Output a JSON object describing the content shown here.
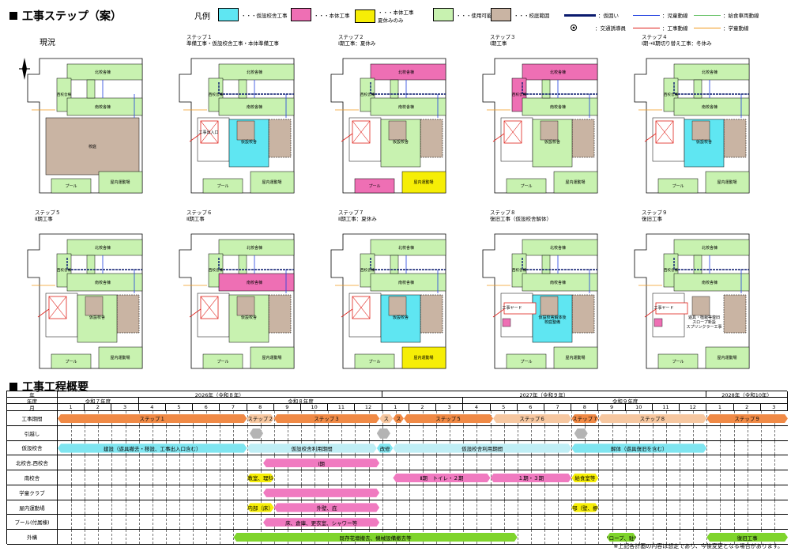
{
  "header": {
    "title": "工事ステップ（案）",
    "gantt_title": "工事工程概要"
  },
  "legend": {
    "label": "凡例",
    "items": [
      {
        "name": "仮設校舎工事",
        "color": "#5fe6f2"
      },
      {
        "name": "本体工事",
        "color": "#ee6fb4"
      },
      {
        "name": "本体工事\n夏休みのみ",
        "color": "#f6ee06"
      },
      {
        "name": "使用可能",
        "color": "#c8f2b0"
      },
      {
        "name": "校庭範囲",
        "color": "#c9b4a3"
      }
    ],
    "lines": [
      {
        "name": "仮囲い",
        "color": "#0a1a6e"
      },
      {
        "name": "交通誘導員",
        "color": "#000000"
      },
      {
        "name": "児童動線",
        "color": "#1f3fe0"
      },
      {
        "name": "工事動線",
        "color": "#e0201a"
      },
      {
        "name": "給食車両動線",
        "color": "#66c266"
      },
      {
        "name": "学童動線",
        "color": "#f29a1c"
      }
    ]
  },
  "maps": [
    {
      "caption": "現況",
      "labels": [
        "北校舎棟",
        "西校舎棟",
        "南校舎棟",
        "校庭",
        "プール",
        "屋内運動場"
      ]
    },
    {
      "caption": "ステップ１\n準備工事・仮設校舎工事・本体準備工事",
      "labels": [
        "北校舎棟",
        "西校舎棟",
        "南校舎棟",
        "仮設校舎",
        "プール",
        "屋内運動場",
        "工事出入口"
      ]
    },
    {
      "caption": "ステップ２\nⅠ期工事：夏休み",
      "labels": [
        "北校舎棟",
        "西校舎棟",
        "南校舎棟",
        "仮設校舎",
        "プール",
        "屋内運動場"
      ]
    },
    {
      "caption": "ステップ３\nⅠ期工事",
      "labels": [
        "北校舎棟",
        "西校舎棟",
        "南校舎棟",
        "仮設校舎",
        "プール",
        "屋内運動場"
      ]
    },
    {
      "caption": "ステップ４\nⅠ期→Ⅱ期切り替え工事：冬休み",
      "labels": [
        "北校舎棟",
        "西校舎棟",
        "南校舎棟",
        "仮設校舎",
        "プール",
        "屋内運動場"
      ]
    },
    {
      "caption": "ステップ５\nⅡ期工事",
      "labels": [
        "北校舎棟",
        "西校舎棟",
        "南校舎棟",
        "仮設校舎",
        "プール",
        "屋内運動場"
      ]
    },
    {
      "caption": "ステップ６\nⅡ期工事",
      "labels": [
        "北校舎棟",
        "西校舎棟",
        "南校舎棟",
        "仮設校舎",
        "プール",
        "屋内運動場"
      ]
    },
    {
      "caption": "ステップ７\nⅡ期工事：夏休み",
      "labels": [
        "北校舎棟",
        "西校舎棟",
        "南校舎棟",
        "仮設校舎",
        "プール",
        "屋内運動場"
      ]
    },
    {
      "caption": "ステップ８\n復旧工事（仮設校舎解体）",
      "labels": [
        "北校舎棟",
        "西校舎棟",
        "南校舎棟",
        "仮設校舎解体後\n校庭整備",
        "プール",
        "屋内運動場",
        "工事ヤード"
      ]
    },
    {
      "caption": "ステップ９\n復旧工事",
      "labels": [
        "北校舎棟",
        "西校舎棟",
        "南校舎棟",
        "遊具・植栽等復旧\nスロープ新設\nスプリンクラー工事",
        "プール",
        "屋内運動場",
        "工事ヤード"
      ]
    }
  ],
  "gantt": {
    "years": [
      {
        "label": "2026年（令和８年）",
        "start": 0,
        "span": 12
      },
      {
        "label": "2027年（令和９年）",
        "start": 12,
        "span": 12
      },
      {
        "label": "2028年（令和10年）",
        "start": 24,
        "span": 3
      }
    ],
    "fiscal": [
      {
        "label": "令和７年度",
        "start": 0,
        "span": 3
      },
      {
        "label": "令和８年度",
        "start": 3,
        "span": 12
      },
      {
        "label": "令和９年度",
        "start": 15,
        "span": 12
      }
    ],
    "months": [
      "1",
      "2",
      "3",
      "4",
      "5",
      "6",
      "7",
      "8",
      "9",
      "10",
      "11",
      "12",
      "1",
      "2",
      "3",
      "4",
      "5",
      "6",
      "7",
      "8",
      "9",
      "10",
      "11",
      "12",
      "1",
      "2",
      "3"
    ],
    "hdr_year": "年",
    "hdr_fiscal": "年度",
    "hdr_month": "月",
    "rows": [
      {
        "label": "工事期間",
        "bars": [
          {
            "text": "ステップ１",
            "s": 0,
            "e": 7,
            "color": "#f08a46",
            "shape": "hex"
          },
          {
            "text": "ステップ２",
            "s": 7,
            "e": 8,
            "color": "#f6c7a0",
            "shape": "hex"
          },
          {
            "text": "ステップ３",
            "s": 8,
            "e": 11.9,
            "color": "#f08a46",
            "shape": "hex"
          },
          {
            "text": "ス",
            "s": 11.9,
            "e": 12.4,
            "color": "#f6c7a0",
            "shape": "hex"
          },
          {
            "text": "ス",
            "s": 12.4,
            "e": 12.8,
            "color": "#f08a46",
            "shape": "hex"
          },
          {
            "text": "ステップ５",
            "s": 12.8,
            "e": 16.1,
            "color": "#f08a46",
            "shape": "hex"
          },
          {
            "text": "ステップ６",
            "s": 16.1,
            "e": 19,
            "color": "#f6c7a0",
            "shape": "hex"
          },
          {
            "text": "ステップ７",
            "s": 19,
            "e": 20,
            "color": "#f08a46",
            "shape": "hex"
          },
          {
            "text": "ステップ８",
            "s": 20,
            "e": 24,
            "color": "#f6c7a0",
            "shape": "hex"
          },
          {
            "text": "ステップ９",
            "s": 24,
            "e": 27,
            "color": "#f08a46",
            "shape": "hex"
          }
        ]
      },
      {
        "label": "引越し",
        "bars": [
          {
            "text": "",
            "s": 7.1,
            "e": 7.6,
            "color": "#b4b4b4",
            "shape": "diamond"
          },
          {
            "text": "",
            "s": 11.8,
            "e": 12.3,
            "color": "#b4b4b4",
            "shape": "diamond"
          },
          {
            "text": "",
            "s": 19.1,
            "e": 19.6,
            "color": "#b4b4b4",
            "shape": "diamond"
          }
        ]
      },
      {
        "label": "仮設校舎",
        "bars": [
          {
            "text": "建設（遊具撤去・移設、工事出入口含む）",
            "s": 0,
            "e": 7,
            "color": "#7fe5f0",
            "shape": "hex"
          },
          {
            "text": "仮設校舎利用期間",
            "s": 7,
            "e": 11.8,
            "color": "#bfeef5",
            "shape": "hex"
          },
          {
            "text": "改修",
            "s": 11.8,
            "e": 12.4,
            "color": "#7fe5f0",
            "shape": "hex"
          },
          {
            "text": "仮設校舎利用期間",
            "s": 12.4,
            "e": 19,
            "color": "#bfeef5",
            "shape": "hex"
          },
          {
            "text": "解体（遊具復旧を含む）",
            "s": 19,
            "e": 24,
            "color": "#7fe5f0",
            "shape": "hex"
          }
        ]
      },
      {
        "label": "北校舎,西校舎",
        "bars": [
          {
            "text": "Ⅰ期",
            "s": 7.6,
            "e": 11.9,
            "color": "#f07ac0",
            "shape": "hex"
          }
        ]
      },
      {
        "label": "南校舎",
        "bars": [
          {
            "text": "教室、理科",
            "s": 7,
            "e": 8,
            "color": "#f6ee06",
            "shape": "hex"
          },
          {
            "text": "Ⅱ期　トイレ・２期",
            "s": 12.4,
            "e": 16,
            "color": "#f07ac0",
            "shape": "hex"
          },
          {
            "text": "１期・３期",
            "s": 16,
            "e": 19,
            "color": "#f07ac0",
            "shape": "hex"
          },
          {
            "text": "給食室等",
            "s": 19,
            "e": 20,
            "color": "#f6ee06",
            "shape": "hex"
          }
        ]
      },
      {
        "label": "学童クラブ",
        "bars": [
          {
            "text": "",
            "s": 7.6,
            "e": 11.9,
            "color": "#f07ac0",
            "shape": "hex"
          }
        ]
      },
      {
        "label": "屋内運動場",
        "bars": [
          {
            "text": "内部（床）",
            "s": 7,
            "e": 8,
            "color": "#f6ee06",
            "shape": "hex"
          },
          {
            "text": "外壁、庇",
            "s": 8,
            "e": 11.9,
            "color": "#f07ac0",
            "shape": "hex"
          },
          {
            "text": "内部（壁、棚）",
            "s": 19,
            "e": 20,
            "color": "#f6ee06",
            "shape": "hex"
          }
        ]
      },
      {
        "label": "プール(付属棟)",
        "bars": [
          {
            "text": "床、倉庫、更衣室、シャワー等",
            "s": 7.6,
            "e": 11.9,
            "color": "#f07ac0",
            "shape": "hex"
          }
        ]
      },
      {
        "label": "外構",
        "bars": [
          {
            "text": "既存花壇撤去、機械設備撤去等",
            "s": 6.5,
            "e": 17,
            "color": "#7fd42c",
            "shape": "hex"
          },
          {
            "text": "スロープ、駐車",
            "s": 20.3,
            "e": 21.4,
            "color": "#7fd42c",
            "shape": "hex"
          },
          {
            "text": "復旧工事",
            "s": 24,
            "e": 27,
            "color": "#7fd42c",
            "shape": "hex"
          }
        ]
      }
    ],
    "note": "※上記各計画の内容は想定であり、今後変更となる場合があります。"
  },
  "colors": {
    "bldg": "#c8f2b0",
    "temp": "#5fe6f2",
    "work": "#ee6fb4",
    "summer": "#f6ee06",
    "yard": "#c9b4a3"
  }
}
